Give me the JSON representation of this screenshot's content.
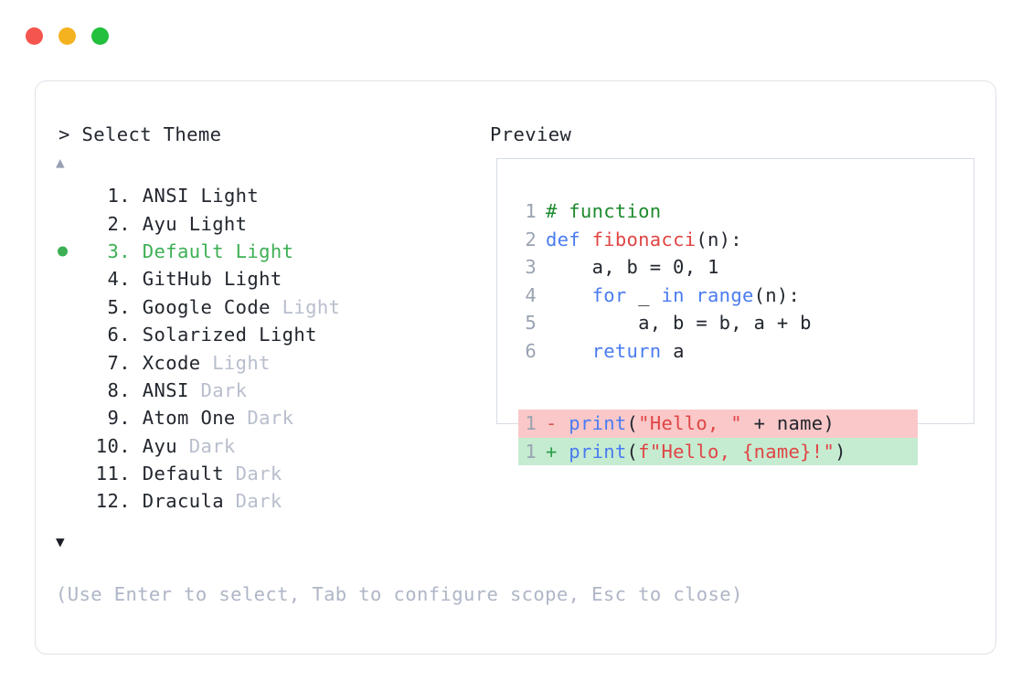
{
  "window": {
    "controls": [
      {
        "name": "close",
        "color": "#f4554e"
      },
      {
        "name": "minimize",
        "color": "#f5b220"
      },
      {
        "name": "maximize",
        "color": "#22c03c"
      }
    ]
  },
  "prompt": {
    "header": "> Select Theme",
    "preview_header": "Preview",
    "scroll_up": "▲",
    "scroll_down": "▼"
  },
  "themes": {
    "selected_index": 3,
    "items": [
      {
        "index": "1.",
        "name": "ANSI",
        "variant": " Light",
        "variant_dim": false,
        "selected": false
      },
      {
        "index": "2.",
        "name": "Ayu",
        "variant": " Light",
        "variant_dim": false,
        "selected": false
      },
      {
        "index": "3.",
        "name": "Default",
        "variant": " Light",
        "variant_dim": false,
        "selected": true
      },
      {
        "index": "4.",
        "name": "GitHub",
        "variant": " Light",
        "variant_dim": false,
        "selected": false
      },
      {
        "index": "5.",
        "name": "Google Code",
        "variant": " Light",
        "variant_dim": true,
        "selected": false
      },
      {
        "index": "6.",
        "name": "Solarized",
        "variant": " Light",
        "variant_dim": false,
        "selected": false
      },
      {
        "index": "7.",
        "name": "Xcode",
        "variant": " Light",
        "variant_dim": true,
        "selected": false
      },
      {
        "index": "8.",
        "name": "ANSI",
        "variant": " Dark",
        "variant_dim": true,
        "selected": false
      },
      {
        "index": "9.",
        "name": "Atom One",
        "variant": " Dark",
        "variant_dim": true,
        "selected": false
      },
      {
        "index": "10.",
        "name": "Ayu",
        "variant": " Dark",
        "variant_dim": true,
        "selected": false
      },
      {
        "index": "11.",
        "name": "Default",
        "variant": " Dark",
        "variant_dim": true,
        "selected": false
      },
      {
        "index": "12.",
        "name": "Dracula",
        "variant": " Dark",
        "variant_dim": true,
        "selected": false
      }
    ]
  },
  "preview": {
    "code_lines": [
      {
        "num": "1",
        "tokens": [
          {
            "t": "# function",
            "c": "com"
          }
        ]
      },
      {
        "num": "2",
        "tokens": [
          {
            "t": "def ",
            "c": "kw"
          },
          {
            "t": "fibonacci",
            "c": "fn"
          },
          {
            "t": "(n):",
            "c": "pln"
          }
        ]
      },
      {
        "num": "3",
        "tokens": [
          {
            "t": "    a, b = 0, 1",
            "c": "pln"
          }
        ]
      },
      {
        "num": "4",
        "tokens": [
          {
            "t": "    ",
            "c": "pln"
          },
          {
            "t": "for",
            "c": "kw"
          },
          {
            "t": " _ ",
            "c": "pln"
          },
          {
            "t": "in ",
            "c": "kw"
          },
          {
            "t": "range",
            "c": "kw"
          },
          {
            "t": "(n):",
            "c": "pln"
          }
        ]
      },
      {
        "num": "5",
        "tokens": [
          {
            "t": "        a, b = b, a + b",
            "c": "pln"
          }
        ]
      },
      {
        "num": "6",
        "tokens": [
          {
            "t": "    ",
            "c": "pln"
          },
          {
            "t": "return",
            "c": "kw"
          },
          {
            "t": " a",
            "c": "pln"
          }
        ]
      }
    ],
    "diff_lines": [
      {
        "num": "1",
        "marker": "-",
        "kind": "del",
        "tokens": [
          {
            "t": "print",
            "c": "kw"
          },
          {
            "t": "(",
            "c": "pln"
          },
          {
            "t": "\"Hello, \"",
            "c": "str"
          },
          {
            "t": " + name)",
            "c": "pln"
          }
        ]
      },
      {
        "num": "1",
        "marker": "+",
        "kind": "add",
        "tokens": [
          {
            "t": "print",
            "c": "kw"
          },
          {
            "t": "(",
            "c": "pln"
          },
          {
            "t": "f\"Hello, {name}!\"",
            "c": "str"
          },
          {
            "t": ")",
            "c": "pln"
          }
        ]
      }
    ]
  },
  "footer": {
    "hint": "(Use Enter to select, Tab to configure scope, Esc to close)"
  }
}
